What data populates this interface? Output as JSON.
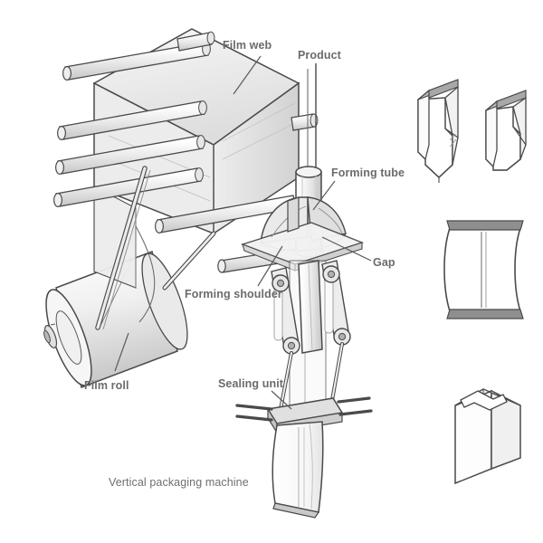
{
  "figure": {
    "title": "Vertical packaging machine",
    "background_color": "#ffffff",
    "line_color": "#4a4a4a",
    "label_color": "#6b6b6b",
    "fill_light": "#f4f4f4",
    "fill_mid": "#e2e2e2",
    "fill_dark": "#c9c9c9"
  },
  "labels": {
    "film_web": "Film web",
    "product": "Product",
    "forming_tube": "Forming tube",
    "gap": "Gap",
    "forming_shoulder": "Forming shoulder",
    "film_roll": "Film roll",
    "sealing_unit": "Sealing unit",
    "caption": "Vertical packaging machine"
  },
  "machine_parts": [
    {
      "name": "film-roll",
      "label": "Film roll",
      "description": "large cylindrical roll of packaging film with centre hub"
    },
    {
      "name": "film-web",
      "label": "Film web",
      "description": "flat sheet of film travelling over guide rollers"
    },
    {
      "name": "guide-rollers",
      "label": "",
      "description": "eight cylindrical guide rollers forming the web path"
    },
    {
      "name": "product",
      "label": "Product",
      "description": "product dropped into the top of the forming tube"
    },
    {
      "name": "forming-tube",
      "label": "Forming tube",
      "description": "vertical cylinder the film wraps around"
    },
    {
      "name": "forming-shoulder",
      "label": "Forming shoulder",
      "description": "funnel shaped former that folds flat film into a tube"
    },
    {
      "name": "gap",
      "label": "Gap",
      "description": "clearance between forming shoulder and forming tube"
    },
    {
      "name": "sealing-unit",
      "label": "Sealing unit",
      "description": "linkage driven jaws that cross-seal and cut the bag"
    },
    {
      "name": "formed-bag",
      "label": "",
      "description": "finished bag hanging below the sealing jaws"
    }
  ],
  "package_samples": [
    {
      "name": "gusseted-bag-front",
      "description": "standing gusseted bag with top fin seal"
    },
    {
      "name": "gusseted-bag-rear",
      "description": "second standing gusseted bag with top fin seal"
    },
    {
      "name": "pillow-pouch",
      "description": "pillow pouch with top and bottom cross seals and back fin seal"
    },
    {
      "name": "carton-brick",
      "description": "brick shaped carton pack with folded top flap"
    }
  ]
}
